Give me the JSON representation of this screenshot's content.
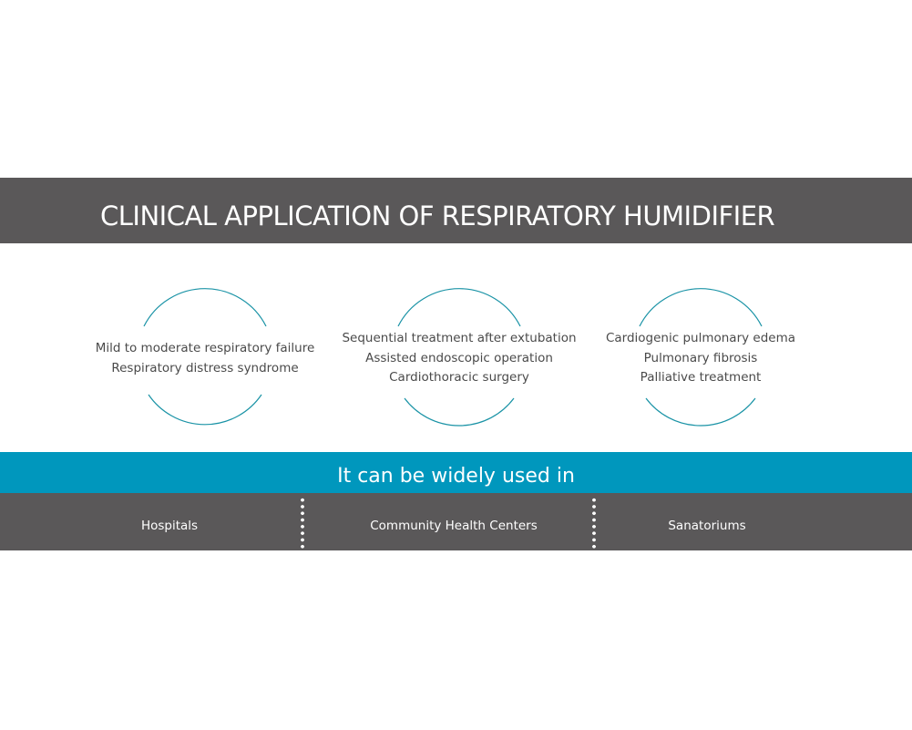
{
  "header": {
    "title": "CLINICAL APPLICATION OF RESPIRATORY HUMIDIFIER"
  },
  "circles": [
    {
      "lines": [
        "Mild to moderate respiratory failure",
        "Respiratory distress syndrome"
      ]
    },
    {
      "lines": [
        "Sequential treatment after extubation",
        "Assisted endoscopic operation",
        "Cardiothoracic surgery"
      ]
    },
    {
      "lines": [
        "Cardiogenic pulmonary edema",
        "Pulmonary fibrosis",
        "Palliative treatment"
      ]
    }
  ],
  "usage": {
    "title": "It can be widely used in",
    "places": [
      "Hospitals",
      "Community Health Centers",
      "Sanatoriums"
    ]
  },
  "colors": {
    "header": "#5a5859",
    "accent": "#0097bd",
    "arc": "#1a93a6"
  }
}
